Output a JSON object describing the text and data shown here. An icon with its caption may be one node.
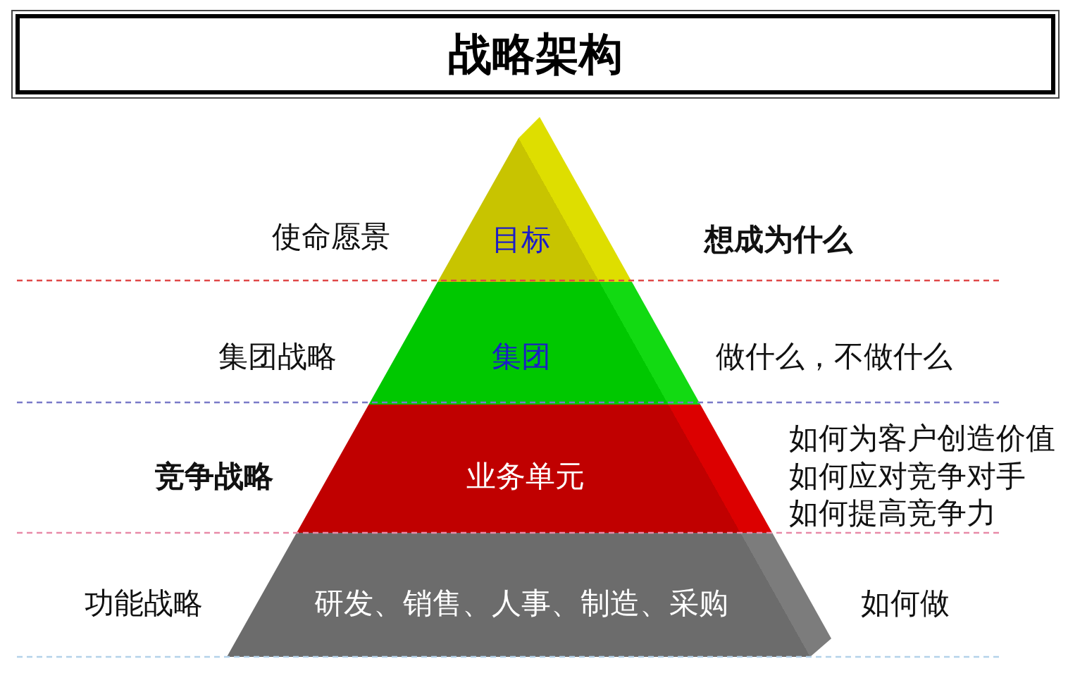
{
  "diagram": {
    "title": "战略架构",
    "nodes": [
      {
        "text": [
          "目标"
        ]
      },
      {
        "text": [
          "集团"
        ]
      },
      {
        "text": [
          "业务单元"
        ]
      },
      {
        "text": [
          "研发、销售、人事、制造、采购"
        ]
      }
    ],
    "labels": [
      "使命愿景",
      "想成为什么",
      "集团战略",
      "做什么，不做什么",
      "竞争战略",
      "如何为客户创造价值",
      "如何应对竞争对手",
      "如何提高竞争力",
      "功能战略",
      "如何做"
    ]
  }
}
